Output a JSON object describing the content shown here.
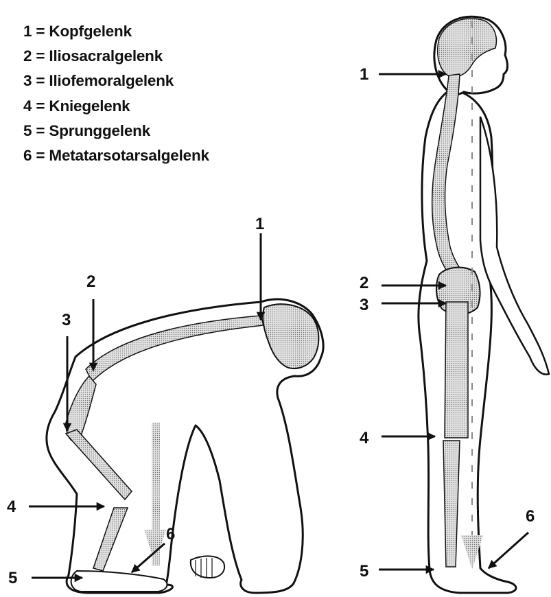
{
  "legend": [
    {
      "number": "1",
      "name": "Kopfgelenk"
    },
    {
      "number": "2",
      "name": "Iliosacralgelenk"
    },
    {
      "number": "3",
      "name": "Iliofemoralgelenk"
    },
    {
      "number": "4",
      "name": "Kniegelenk"
    },
    {
      "number": "5",
      "name": "Sprunggelenk"
    },
    {
      "number": "6",
      "name": "Metatarsotarsalgelenk"
    }
  ],
  "legend_separator": "=",
  "chimp_labels": [
    "1",
    "2",
    "3",
    "4",
    "5",
    "6"
  ],
  "human_labels": [
    "1",
    "2",
    "3",
    "4",
    "5",
    "6"
  ],
  "colors": {
    "ink": "#111111",
    "stipple": "#c8c8c8",
    "body_fill": "#ffffff"
  }
}
